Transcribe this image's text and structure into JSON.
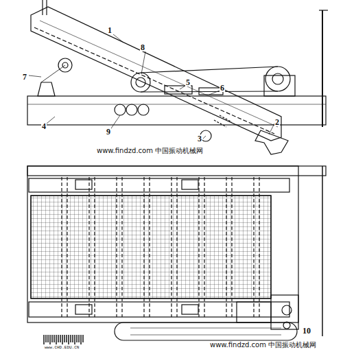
{
  "diagram": {
    "labels": [
      "1",
      "8",
      "7",
      "5",
      "6",
      "4",
      "9",
      "3",
      "2",
      "www.findzd.com 中国振动机械网",
      "10",
      "www.findzd.com 中国振动机械网",
      "www.CHD.EDU.CN"
    ]
  }
}
